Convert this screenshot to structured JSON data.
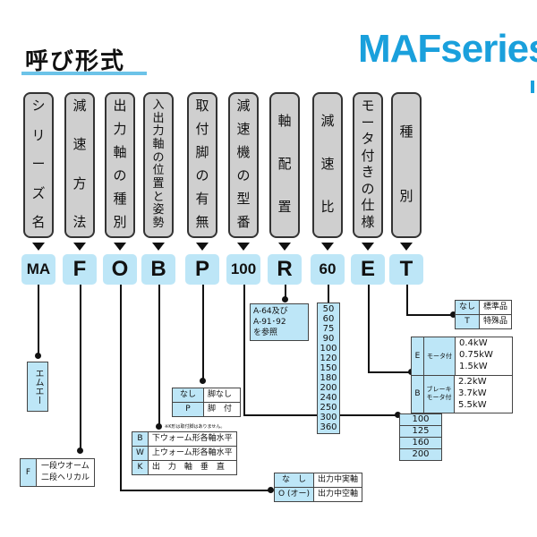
{
  "header": {
    "title": "呼び形式",
    "brand": "MAFseries"
  },
  "columns": [
    {
      "label": [
        "シ",
        "リ",
        "ー",
        "ズ",
        "名"
      ],
      "code": "MA"
    },
    {
      "label": [
        "減",
        "速",
        "方",
        "法"
      ],
      "code": "F"
    },
    {
      "label": [
        "出",
        "力",
        "軸",
        "の",
        "種",
        "別"
      ],
      "code": "O"
    },
    {
      "label": [
        "入",
        "出",
        "力",
        "軸",
        "の",
        "位",
        "置",
        "と",
        "姿",
        "勢"
      ],
      "code": "B"
    },
    {
      "label": [
        "取",
        "付",
        "脚",
        "の",
        "有",
        "無"
      ],
      "code": "P"
    },
    {
      "label": [
        "減",
        "速",
        "機",
        "の",
        "型",
        "番"
      ],
      "code": "100"
    },
    {
      "label": [
        "軸",
        "配",
        "置"
      ],
      "code": "R"
    },
    {
      "label": [
        "減",
        "速",
        "比"
      ],
      "code": "60"
    },
    {
      "label": [
        "モ",
        "ー",
        "タ",
        "付",
        "き",
        "の",
        "仕",
        "様"
      ],
      "code": "E"
    },
    {
      "label": [
        "種",
        "別"
      ],
      "code": "T"
    }
  ],
  "series_box": {
    "text": "エムエー"
  },
  "method_box": {
    "key": "F",
    "lines": [
      "一段ウオーム",
      "二段ヘリカル"
    ]
  },
  "shaft_type": {
    "rows": [
      {
        "key": "な　し",
        "value": "出力中実軸"
      },
      {
        "key": "O (オー)",
        "value": "出力中空軸"
      }
    ]
  },
  "position": {
    "note": "※K形は取付脚はありません。",
    "rows": [
      {
        "key": "B",
        "value": "下ウォーム形各軸水平"
      },
      {
        "key": "W",
        "value": "上ウォーム形各軸水平"
      },
      {
        "key": "K",
        "value": "出　力　軸　垂　直"
      }
    ]
  },
  "foot": {
    "rows": [
      {
        "key": "なし",
        "value": "脚なし"
      },
      {
        "key": "P",
        "value": "脚　付"
      }
    ]
  },
  "model": {
    "values": [
      "100",
      "125",
      "160",
      "200"
    ]
  },
  "axis": {
    "lines": [
      "A-64及び",
      "A-91･92",
      "を参照"
    ]
  },
  "ratio": {
    "values": [
      "50",
      "60",
      "75",
      "90",
      "100",
      "120",
      "150",
      "180",
      "200",
      "240",
      "250",
      "300",
      "360"
    ]
  },
  "motor": {
    "groups": [
      {
        "key": "E",
        "label": "モータ付",
        "values": [
          "0.4kW",
          "0.75kW",
          "1.5kW"
        ]
      },
      {
        "key": "B",
        "label": "ブレーキモータ付",
        "values": [
          "2.2kW",
          "3.7kW",
          "5.5kW"
        ]
      }
    ]
  },
  "kind": {
    "rows": [
      {
        "key": "なし",
        "value": "標準品"
      },
      {
        "key": "T",
        "value": "特殊品"
      }
    ]
  }
}
